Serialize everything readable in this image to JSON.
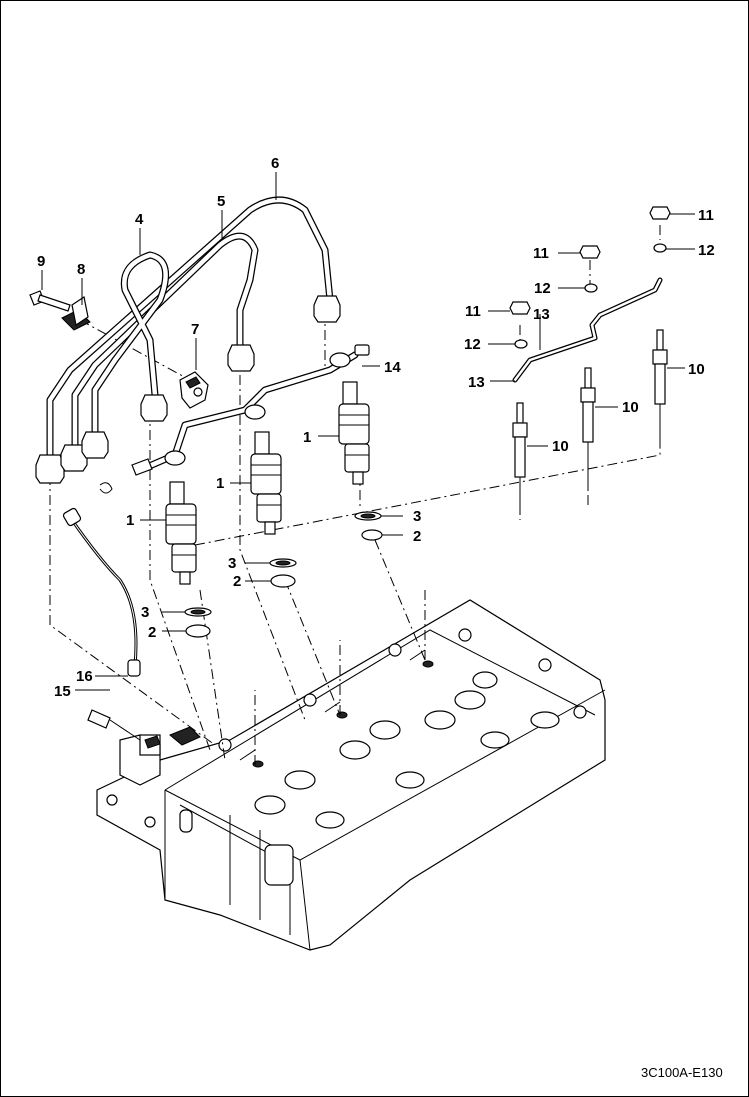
{
  "diagram": {
    "figure_id": "3C100A-E130",
    "callouts": {
      "injector_a": "1",
      "injector_b": "1",
      "injector_c": "1",
      "seat_a": "2",
      "seat_b": "2",
      "seat_c": "2",
      "washer_a": "3",
      "washer_b": "3",
      "washer_c": "3",
      "pipe_4": "4",
      "pipe_5": "5",
      "pipe_6": "6",
      "clamp": "7",
      "bracket": "8",
      "bolt": "9",
      "glow_a": "10",
      "glow_b": "10",
      "glow_c": "10",
      "nut_a": "11",
      "nut_b": "11",
      "nut_c": "11",
      "lockwasher_a": "12",
      "lockwasher_b": "12",
      "lockwasher_c": "12",
      "busbar_a": "13",
      "busbar_b": "13",
      "leakoff": "14",
      "clip": "15",
      "hose": "16"
    }
  }
}
